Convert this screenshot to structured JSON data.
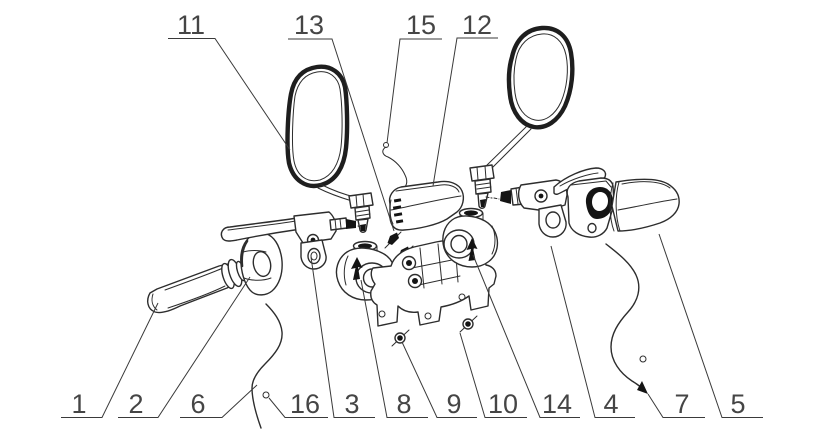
{
  "diagram": {
    "kind": "exploded-parts-diagram",
    "colors": {
      "background": "#ffffff",
      "line": "#2d2d2d",
      "label": "#454545"
    },
    "callouts": {
      "n1": "1",
      "n2": "2",
      "n3": "3",
      "n4": "4",
      "n5": "5",
      "n6": "6",
      "n7": "7",
      "n8": "8",
      "n9": "9",
      "n10": "10",
      "n11": "11",
      "n12": "12",
      "n13": "13",
      "n14": "14",
      "n15": "15",
      "n16": "16"
    }
  }
}
